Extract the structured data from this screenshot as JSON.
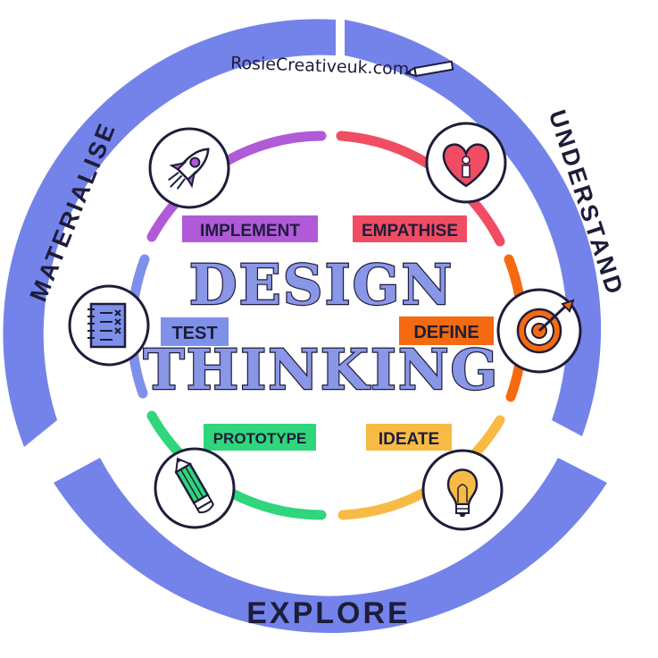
{
  "site": "RosieCreativeuk.com",
  "title_line1": "DESIGN",
  "title_line2": "THINKING",
  "outer_phases": {
    "understand": "UNDERSTAND",
    "explore": "EXPLORE",
    "materialise": "MATERIALISE"
  },
  "stages": {
    "empathise": {
      "label": "EMPATHISE",
      "color": "#f04d62",
      "icon": "heart-icon"
    },
    "define": {
      "label": "DEFINE",
      "color": "#f56a10",
      "icon": "target-icon"
    },
    "ideate": {
      "label": "IDEATE",
      "color": "#f7bb45",
      "icon": "lightbulb-icon"
    },
    "prototype": {
      "label": "PROTOTYPE",
      "color": "#2fd67b",
      "icon": "pencil-icon"
    },
    "test": {
      "label": "TEST",
      "color": "#7f90ea",
      "icon": "checklist-icon"
    },
    "implement": {
      "label": "IMPLEMENT",
      "color": "#b15ad8",
      "icon": "rocket-icon"
    }
  },
  "colors": {
    "outer_ring": "#7483ea",
    "ink": "#1d1d3a"
  }
}
